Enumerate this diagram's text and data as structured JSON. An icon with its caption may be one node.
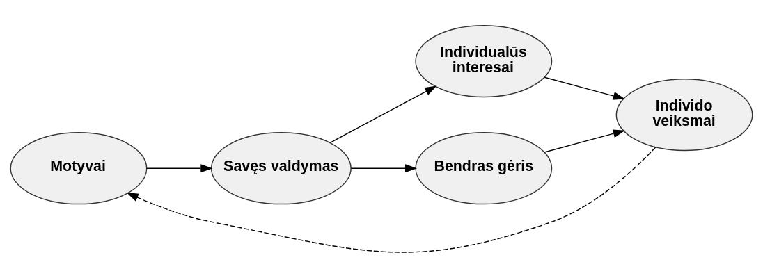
{
  "diagram": {
    "nodes": [
      {
        "text": [
          "Motyvai"
        ]
      },
      {
        "text": [
          "Savęs valdymas"
        ]
      },
      {
        "text": [
          "Individualūs interesai"
        ]
      },
      {
        "text": [
          "Bendras gėris"
        ]
      },
      {
        "text": [
          "Individo veiksmai"
        ]
      }
    ],
    "edges": [
      {
        "from": 0,
        "to": 1,
        "arrow": "to"
      },
      {
        "from": 1,
        "to": 2,
        "arrow": "to"
      },
      {
        "from": 1,
        "to": 3,
        "arrow": "to"
      },
      {
        "from": 2,
        "to": 4,
        "arrow": "to"
      },
      {
        "from": 3,
        "to": 4,
        "arrow": "to"
      },
      {
        "from": 4,
        "to": 0,
        "arrow": "to",
        "style": "dashed"
      }
    ]
  }
}
